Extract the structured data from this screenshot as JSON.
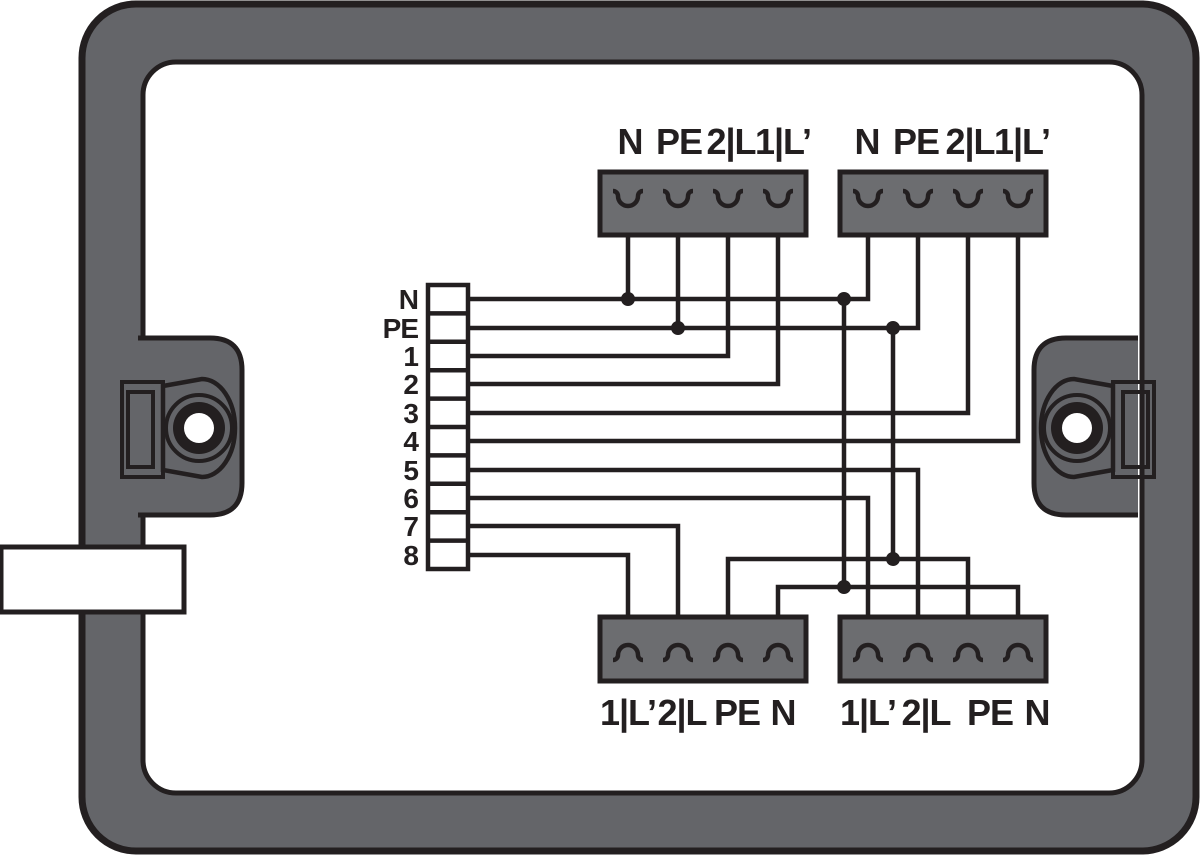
{
  "colors": {
    "frame_gray": "#646569",
    "block_gray": "#6C6D70",
    "line_black": "#231F20",
    "background": "#FFFFFF"
  },
  "strip": {
    "labels": [
      "N",
      "PE",
      "1",
      "2",
      "3",
      "4",
      "5",
      "6",
      "7",
      "8"
    ]
  },
  "blocks": {
    "top_left": {
      "labels": [
        "N",
        "PE",
        "2|L",
        "1|L’"
      ]
    },
    "top_right": {
      "labels": [
        "N",
        "PE",
        "2|L",
        "1|L’"
      ]
    },
    "bottom_left": {
      "labels": [
        "1|L’",
        "2|L",
        "PE",
        "N"
      ]
    },
    "bottom_right": {
      "labels": [
        "1|L’",
        "2|L",
        "PE",
        "N"
      ]
    }
  },
  "connections": [
    {
      "from": "strip.N",
      "to": [
        "top_left.N",
        "top_right.N",
        "bottom_left.N",
        "bottom_right.N"
      ]
    },
    {
      "from": "strip.PE",
      "to": [
        "top_left.PE",
        "top_right.PE",
        "bottom_left.PE",
        "bottom_right.PE"
      ]
    },
    {
      "from": "strip.1",
      "to": [
        "top_left.2|L"
      ]
    },
    {
      "from": "strip.2",
      "to": [
        "top_left.1|L’"
      ]
    },
    {
      "from": "strip.3",
      "to": [
        "top_right.2|L"
      ]
    },
    {
      "from": "strip.4",
      "to": [
        "top_right.1|L’"
      ]
    },
    {
      "from": "strip.5",
      "to": [
        "bottom_right.2|L"
      ]
    },
    {
      "from": "strip.6",
      "to": [
        "bottom_right.1|L’"
      ]
    },
    {
      "from": "strip.7",
      "to": [
        "bottom_left.2|L"
      ]
    },
    {
      "from": "strip.8",
      "to": [
        "bottom_left.1|L’"
      ]
    }
  ]
}
